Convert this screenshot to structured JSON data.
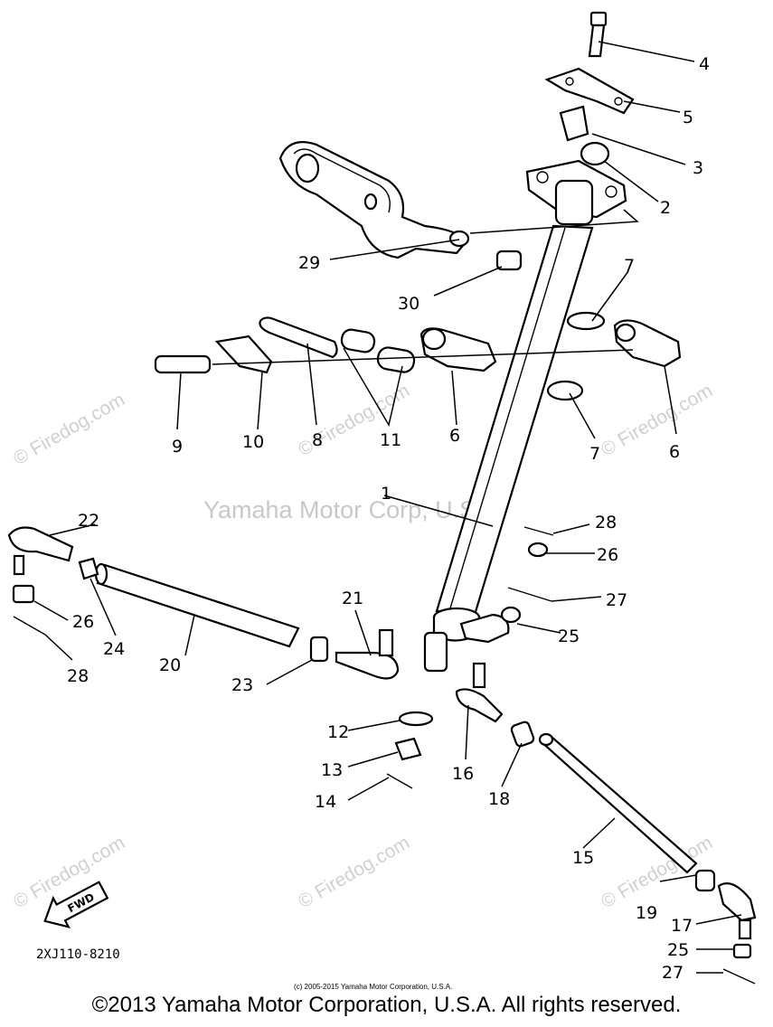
{
  "diagram_code": "2XJ110-8210",
  "fwd_label": "FWD",
  "watermark_main": "Yamaha Motor Corp, U.S.A.",
  "watermark_site": "© Firedog.com",
  "small_copyright": "(c) 2005-2015 Yamaha Motor Corporation, U.S.A.",
  "copyright": "©2013 Yamaha Motor Corporation, U.S.A. All rights reserved.",
  "callouts": {
    "c1": "1",
    "c2": "2",
    "c3": "3",
    "c4": "4",
    "c5": "5",
    "c6a": "6",
    "c6b": "6",
    "c7a": "7",
    "c7b": "7",
    "c8": "8",
    "c9": "9",
    "c10": "10",
    "c11": "11",
    "c12": "12",
    "c13": "13",
    "c14": "14",
    "c15": "15",
    "c16": "16",
    "c17": "17",
    "c18": "18",
    "c19": "19",
    "c20": "20",
    "c21": "21",
    "c22": "22",
    "c23": "23",
    "c24": "24",
    "c25a": "25",
    "c25b": "25",
    "c26a": "26",
    "c26b": "26",
    "c27a": "27",
    "c27b": "27",
    "c28a": "28",
    "c28b": "28",
    "c29": "29",
    "c30": "30"
  }
}
